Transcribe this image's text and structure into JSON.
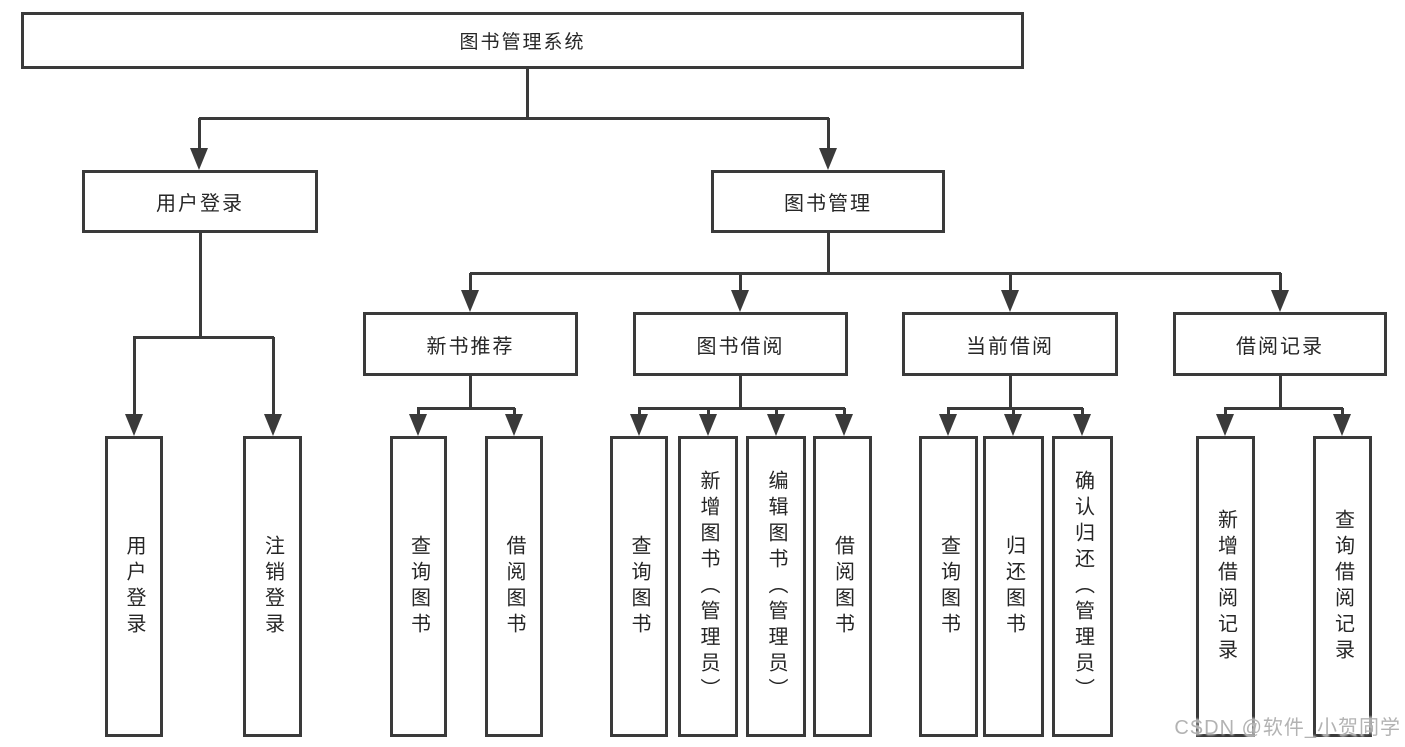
{
  "colors": {
    "line": "#3a3a3a",
    "text": "#262626",
    "background": "#ffffff",
    "watermark": "#adadad"
  },
  "watermark": {
    "text": "CSDN @软件_小贺同学"
  },
  "tree": {
    "label": "图书管理系统",
    "children": [
      {
        "label": "用户登录",
        "children": [
          {
            "label": "用户登录"
          },
          {
            "label": "注销登录"
          }
        ]
      },
      {
        "label": "图书管理",
        "children": [
          {
            "label": "新书推荐",
            "children": [
              {
                "label": "查询图书"
              },
              {
                "label": "借阅图书"
              }
            ]
          },
          {
            "label": "图书借阅",
            "children": [
              {
                "label": "查询图书"
              },
              {
                "label": "新增图书（管理员）"
              },
              {
                "label": "编辑图书（管理员）"
              },
              {
                "label": "借阅图书"
              }
            ]
          },
          {
            "label": "当前借阅",
            "children": [
              {
                "label": "查询图书"
              },
              {
                "label": "归还图书"
              },
              {
                "label": "确认归还（管理员）"
              }
            ]
          },
          {
            "label": "借阅记录",
            "children": [
              {
                "label": "新增借阅记录"
              },
              {
                "label": "查询借阅记录"
              }
            ]
          }
        ]
      }
    ]
  }
}
